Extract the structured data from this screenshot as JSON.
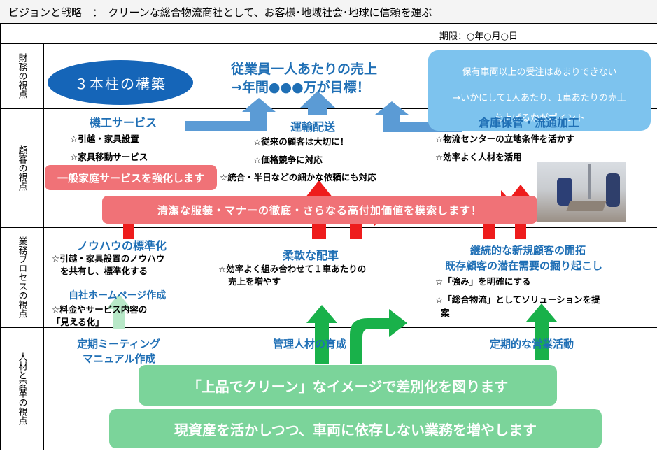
{
  "title": "ビジョンと戦略　：　クリーンな総合物流商社として、お客様･地域社会･地球に信頼を運ぶ",
  "date": "期限：○年○月○日",
  "perspectives": {
    "financial": "財務の視点",
    "customer": "顧客の視点",
    "process": "業務プロセスの視点",
    "learning": "人材と変革の視点"
  },
  "financial": {
    "pillars": "３本柱の構築",
    "goal_line1": "従業員一人あたりの売上",
    "goal_line2": "→年間●●●万が目標！",
    "note_line1": "保有車両以上の受注はあまりできない",
    "note_line2": "→いかにして1人あたり、1車あたりの売上",
    "note_line3": "を上げるかがポイント"
  },
  "customer": {
    "col1_head": "機工サービス",
    "col1_item1": "☆引越・家具設置",
    "col1_item2": "☆家具移動サービス",
    "col1_pill": "一般家庭サービスを強化します",
    "col2_head": "運輸配送",
    "col2_item1": "☆従来の顧客は大切に！",
    "col2_item2": "☆価格競争に対応",
    "col2_item3": "☆統合・半日などの細かな依頼にも対応",
    "col3_head": "倉庫保管・流通加工",
    "col3_item1": "☆物流センターの立地条件を活かす",
    "col3_item2": "☆効率よく人材を活用",
    "banner": "清潔な服装・マナーの徹底・さらなる高付加価値を模索します！"
  },
  "process": {
    "col1_head": "ノウハウの標準化",
    "col1_item1": "☆引越・家具設置のノウハウ",
    "col1_item2": "を共有し、標準化する",
    "col1_sub_head": "自社ホームページ作成",
    "col1_sub_item1": "☆料金やサービス内容の",
    "col1_sub_item2": "「見える化」",
    "col2_head": "柔軟な配車",
    "col2_item1": "☆効率よく組み合わせて１車あたりの",
    "col2_item2": "売上を増やす",
    "col3_head1": "継続的な新規顧客の開拓",
    "col3_head2": "既存顧客の潜在需要の掘り起こし",
    "col3_item1": "☆「強み」を明確にする",
    "col3_item2": "☆「総合物流」としてソリューションを提",
    "col3_item3": "案"
  },
  "learning": {
    "col1_line1": "定期ミーティング",
    "col1_line2": "マニュアル作成",
    "col2_head": "管理人材の育成",
    "col3_head": "定期的な営業活動",
    "banner1": "「上品でクリーン」なイメージで差別化を図ります",
    "banner2": "現資産を活かしつつ、車両に依存しない業務を増やします"
  },
  "colors": {
    "blue_text": "#1f6fb5",
    "oval_blue": "#1565b8",
    "note_blue": "#7dc3ee",
    "arrow_red": "#ee1c1c",
    "pill_red": "#f07277",
    "arrow_green": "#19b14a",
    "pill_green": "#7bd49a",
    "arrow_blue": "#5b9bd5"
  }
}
